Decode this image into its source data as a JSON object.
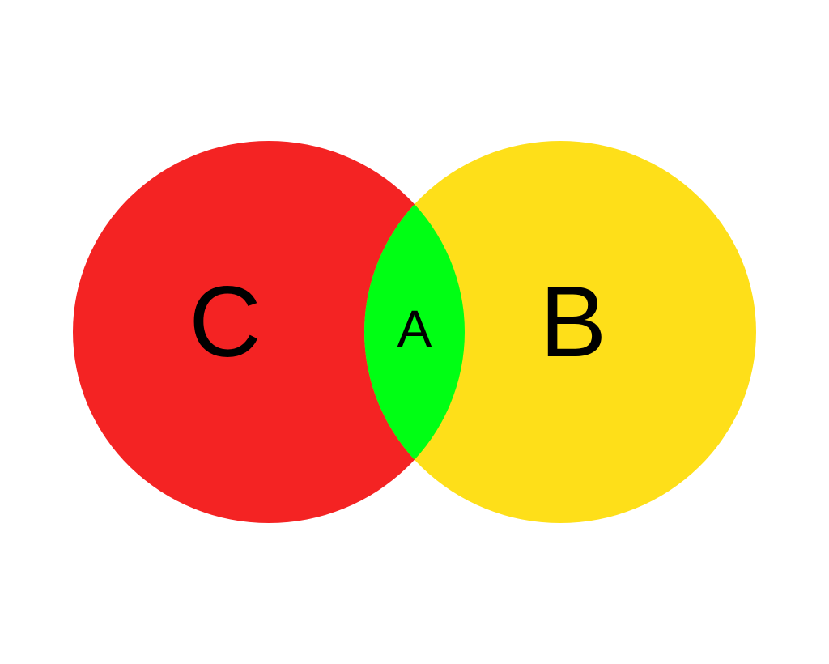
{
  "diagram": {
    "type": "venn",
    "sets": [
      {
        "id": "C",
        "label": "C",
        "color": "#f42323"
      },
      {
        "id": "B",
        "label": "B",
        "color": "#fedf19"
      }
    ],
    "intersection": {
      "label": "A",
      "color": "#00ff14"
    }
  }
}
